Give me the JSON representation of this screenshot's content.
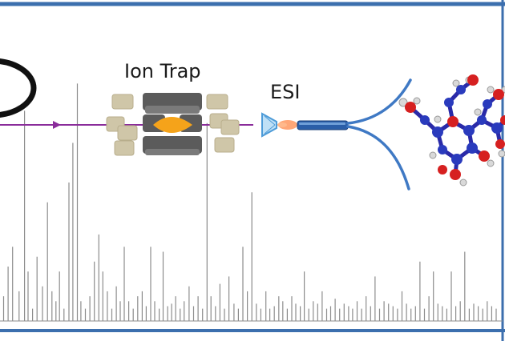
{
  "labels": {
    "ion_trap": "Ion Trap",
    "esi": "ESI"
  },
  "colors": {
    "frame": "#3c6fae",
    "beam": "#8a2c9a",
    "trap_rod": "#5b5b5b",
    "trap_electrode": "#cfc6a8",
    "ion_cloud": "#f5a31a",
    "esi_tip": "#4d9bd8",
    "capillary": "#2a5ea8",
    "spray": "#ff8a4a",
    "plume": "#3f79c4",
    "carbon": "#2a3bbd",
    "oxygen": "#d62020",
    "hydrogen": "#d9d9d9",
    "spectrum": "#8c8c8c"
  },
  "icons": {
    "orbit": "orbit-ring-icon",
    "ion_trap": "ion-trap-icon",
    "esi": "esi-emitter-icon",
    "molecule": "oligosaccharide-molecule-icon"
  },
  "spectrum_peaks": {
    "mz_relative": [
      0.004,
      0.013,
      0.022,
      0.035,
      0.046,
      0.053,
      0.062,
      0.071,
      0.082,
      0.092,
      0.101,
      0.109,
      0.116,
      0.125,
      0.135,
      0.143,
      0.152,
      0.159,
      0.168,
      0.177,
      0.186,
      0.195,
      0.203,
      0.212,
      0.221,
      0.23,
      0.238,
      0.246,
      0.255,
      0.264,
      0.273,
      0.282,
      0.29,
      0.299,
      0.307,
      0.316,
      0.324,
      0.333,
      0.341,
      0.349,
      0.358,
      0.366,
      0.376,
      0.385,
      0.394,
      0.403,
      0.412,
      0.42,
      0.429,
      0.438,
      0.447,
      0.456,
      0.466,
      0.475,
      0.484,
      0.493,
      0.502,
      0.511,
      0.52,
      0.53,
      0.538,
      0.547,
      0.556,
      0.564,
      0.573,
      0.582,
      0.59,
      0.599,
      0.607,
      0.616,
      0.625,
      0.634,
      0.643,
      0.652,
      0.66,
      0.669,
      0.678,
      0.687,
      0.696,
      0.704,
      0.713,
      0.722,
      0.731,
      0.74,
      0.749,
      0.758,
      0.767,
      0.776,
      0.785,
      0.794,
      0.803,
      0.812,
      0.821,
      0.83,
      0.839,
      0.848,
      0.857,
      0.866,
      0.875,
      0.884,
      0.893,
      0.902,
      0.911,
      0.92,
      0.929,
      0.938,
      0.947,
      0.956,
      0.965,
      0.974,
      0.983,
      0.992
    ],
    "intensity": [
      0.1,
      0.22,
      0.3,
      0.12,
      0.85,
      0.2,
      0.05,
      0.26,
      0.14,
      0.48,
      0.12,
      0.08,
      0.2,
      0.05,
      0.56,
      0.72,
      0.96,
      0.08,
      0.05,
      0.1,
      0.24,
      0.35,
      0.2,
      0.12,
      0.05,
      0.14,
      0.08,
      0.3,
      0.08,
      0.05,
      0.1,
      0.12,
      0.06,
      0.3,
      0.08,
      0.05,
      0.28,
      0.06,
      0.07,
      0.1,
      0.05,
      0.08,
      0.14,
      0.06,
      0.1,
      0.05,
      0.8,
      0.1,
      0.06,
      0.15,
      0.05,
      0.18,
      0.07,
      0.05,
      0.3,
      0.12,
      0.52,
      0.07,
      0.05,
      0.12,
      0.05,
      0.06,
      0.1,
      0.08,
      0.05,
      0.1,
      0.07,
      0.06,
      0.2,
      0.05,
      0.08,
      0.07,
      0.12,
      0.05,
      0.06,
      0.09,
      0.05,
      0.07,
      0.06,
      0.05,
      0.08,
      0.05,
      0.1,
      0.06,
      0.18,
      0.05,
      0.08,
      0.07,
      0.06,
      0.05,
      0.12,
      0.07,
      0.05,
      0.06,
      0.24,
      0.05,
      0.1,
      0.2,
      0.07,
      0.06,
      0.05,
      0.2,
      0.06,
      0.08,
      0.28,
      0.05,
      0.07,
      0.06,
      0.05,
      0.08,
      0.06,
      0.05
    ]
  }
}
